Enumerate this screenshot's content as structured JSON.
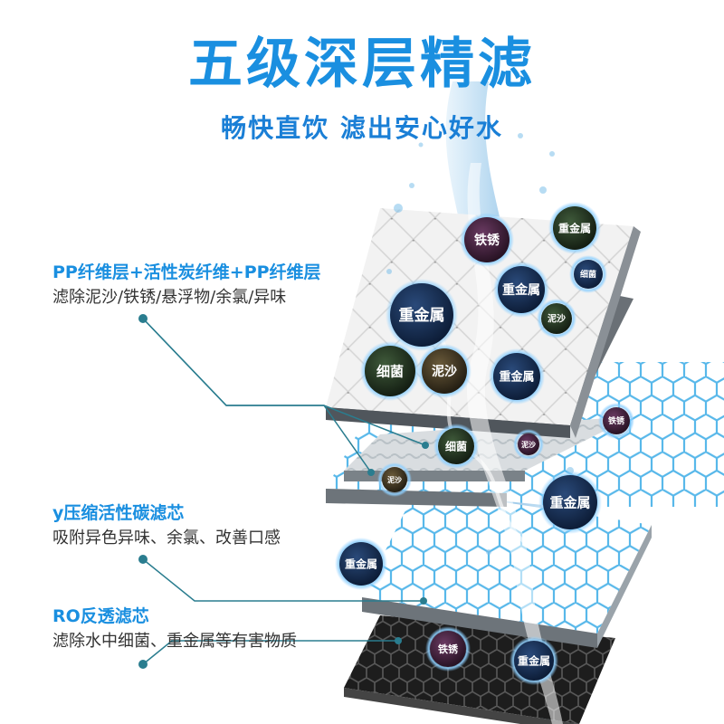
{
  "header": {
    "title": "五级深层精滤",
    "subtitle": "畅快直饮  滤出安心好水"
  },
  "layers": [
    {
      "title": "PP纤维层+活性炭纤维+PP纤维层",
      "desc": "滤除泥沙/铁锈/悬浮物/余氯/异味"
    },
    {
      "title": "y压缩活性碳滤芯",
      "desc": "吸附异色异味、余氯、改善口感"
    },
    {
      "title": "RO反透滤芯",
      "desc": "滤除水中细菌、重金属等有害物质"
    }
  ],
  "contaminants": {
    "rust": "铁锈",
    "heavy_metal": "重金属",
    "bacteria": "细菌",
    "sediment": "泥沙"
  },
  "colors": {
    "accent": "#1a8fe0",
    "connector": "#2a7d8f"
  }
}
